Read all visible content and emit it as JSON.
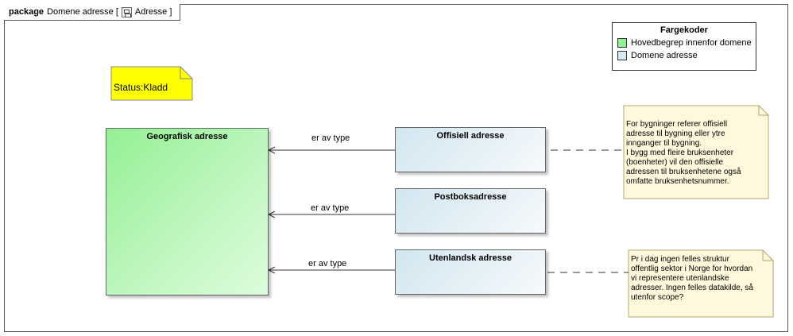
{
  "frame": {
    "keyword": "package",
    "name": "Domene adresse [",
    "diagram_name": "Adresse ]",
    "icon": "package-diagram-icon"
  },
  "legend": {
    "title": "Fargekoder",
    "items": [
      {
        "label": "Hovedbegrep innenfor domene",
        "color": "#94f094"
      },
      {
        "label": "Domene adresse",
        "color": "#d6eaf5"
      }
    ]
  },
  "status_note": {
    "text": "Status:Kladd",
    "color": "#ffff00"
  },
  "classes": {
    "main": "Geografisk adresse",
    "offisiell": "Offisiell adresse",
    "postboks": "Postboksadresse",
    "utenlandsk": "Utenlandsk adresse"
  },
  "associations": [
    "er av type",
    "er av type",
    "er av type"
  ],
  "notes": {
    "offisiell": "For bygninger referer offisiell\nadresse til bygning eller ytre\ninnganger til bygning.\nI bygg med fleire bruksenheter\n(boenheter) vil den offisielle\nadressen til bruksenhetene også\nomfatte bruksenhetsnummer.",
    "utenlandsk": "Pr i dag ingen felles struktur\noffentlig sektor i Norge for hvordan\nvi representere utenlandske\nadresser. Ingen felles datakilde, så\nutenfor scope?"
  },
  "colors": {
    "note": "#fff8dc",
    "note_border": "#b5a46a",
    "frame_border": "#555555"
  }
}
